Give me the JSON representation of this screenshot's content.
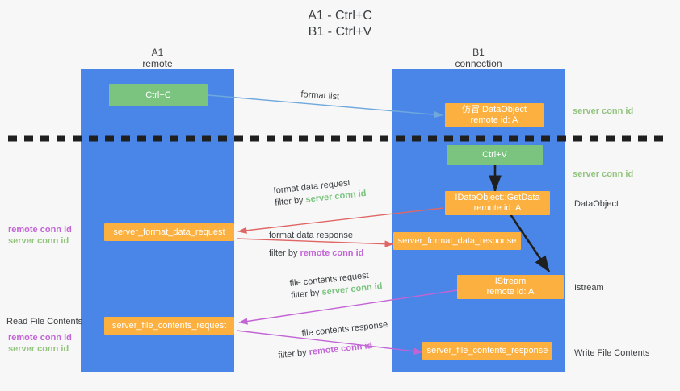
{
  "title": "A1 - Ctrl+C\nB1 - Ctrl+V",
  "columns": {
    "a1": {
      "name": "A1",
      "sub": "remote"
    },
    "b1": {
      "name": "B1",
      "sub": "connection"
    }
  },
  "colors": {
    "lane": "#4a86e8",
    "green_box": "#7bc47f",
    "orange_box": "#fbb040",
    "server_conn_id": "#93c47d",
    "remote_conn_id": "#c264d6",
    "arrow_blue": "#6fa8dc",
    "arrow_red": "#e06666",
    "arrow_magenta": "#c264d6",
    "arrow_dark": "#1f1f1f",
    "background": "#f7f7f7"
  },
  "nodes": {
    "ctrl_c": {
      "label": "Ctrl+C"
    },
    "ctrl_v": {
      "label": "Ctrl+V"
    },
    "fake_dataobject": {
      "line1": "仿冒IDataObject",
      "line2": "remote id: A"
    },
    "getdata": {
      "line1": "IDataObject::GetData",
      "line2": "remote id: A"
    },
    "istream": {
      "line1": "IStream",
      "line2": "remote id: A"
    },
    "server_format_data_request": {
      "label": "server_format_data_request"
    },
    "server_format_data_response": {
      "label": "server_format_data_response"
    },
    "server_file_contents_request": {
      "label": "server_file_contents_request"
    },
    "server_file_contents_response": {
      "label": "server_file_contents_response"
    }
  },
  "edges": {
    "format_list": {
      "label": "format list"
    },
    "format_data_request": {
      "line1": "format data request",
      "filter_prefix": "filter by ",
      "filter_key": "server conn id"
    },
    "format_data_response": {
      "line1": "format data response",
      "filter_prefix": "filter by ",
      "filter_key": "remote conn id"
    },
    "file_contents_request": {
      "line1": "file contents request",
      "filter_prefix": "filter by ",
      "filter_key": "server conn id"
    },
    "file_contents_response": {
      "line1": "file contents response",
      "filter_prefix": "filter by ",
      "filter_key": "remote conn id"
    }
  },
  "annotations": {
    "right_server_conn_id_top": "server conn id",
    "right_server_conn_id_mid": "server conn id",
    "right_dataobject": "DataObject",
    "right_istream": "Istream",
    "right_write_file_contents": "Write File Contents",
    "left_conn_ids_mid": {
      "remote": "remote conn id",
      "server": "server conn id"
    },
    "left_read_file_contents": "Read File Contents",
    "left_conn_ids_bottom": {
      "remote": "remote conn id",
      "server": "server conn id"
    }
  }
}
